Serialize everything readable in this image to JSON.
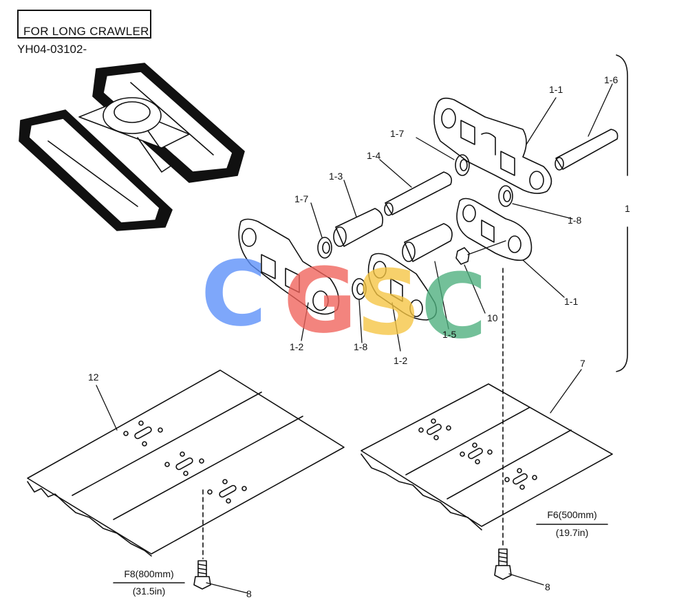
{
  "header": {
    "title": "FOR LONG CRAWLER",
    "code": "YH04-03102-"
  },
  "callouts": {
    "p1_1_top": "1-1",
    "p1_6": "1-6",
    "p1_7_top": "1-7",
    "p1_4": "1-4",
    "p1_3": "1-3",
    "p1_7_left": "1-7",
    "p1_8_right": "1-8",
    "p1": "1",
    "p1_1_right": "1-1",
    "p10": "10",
    "p1_2_left": "1-2",
    "p1_8_bottom": "1-8",
    "p1_2_right": "1-2",
    "p1_5": "1-5",
    "p12": "12",
    "p7": "7",
    "p8_left": "8",
    "p8_right": "8"
  },
  "shoes": {
    "left": {
      "size": "F8(800mm)",
      "inch": "(31.5in)"
    },
    "right": {
      "size": "F6(500mm)",
      "inch": "(19.7in)"
    }
  },
  "watermark": {
    "letters": [
      "C",
      "G",
      "S",
      "C"
    ],
    "colors": [
      "#5b8ff9",
      "#f0625a",
      "#f5c542",
      "#4caf7d"
    ]
  }
}
